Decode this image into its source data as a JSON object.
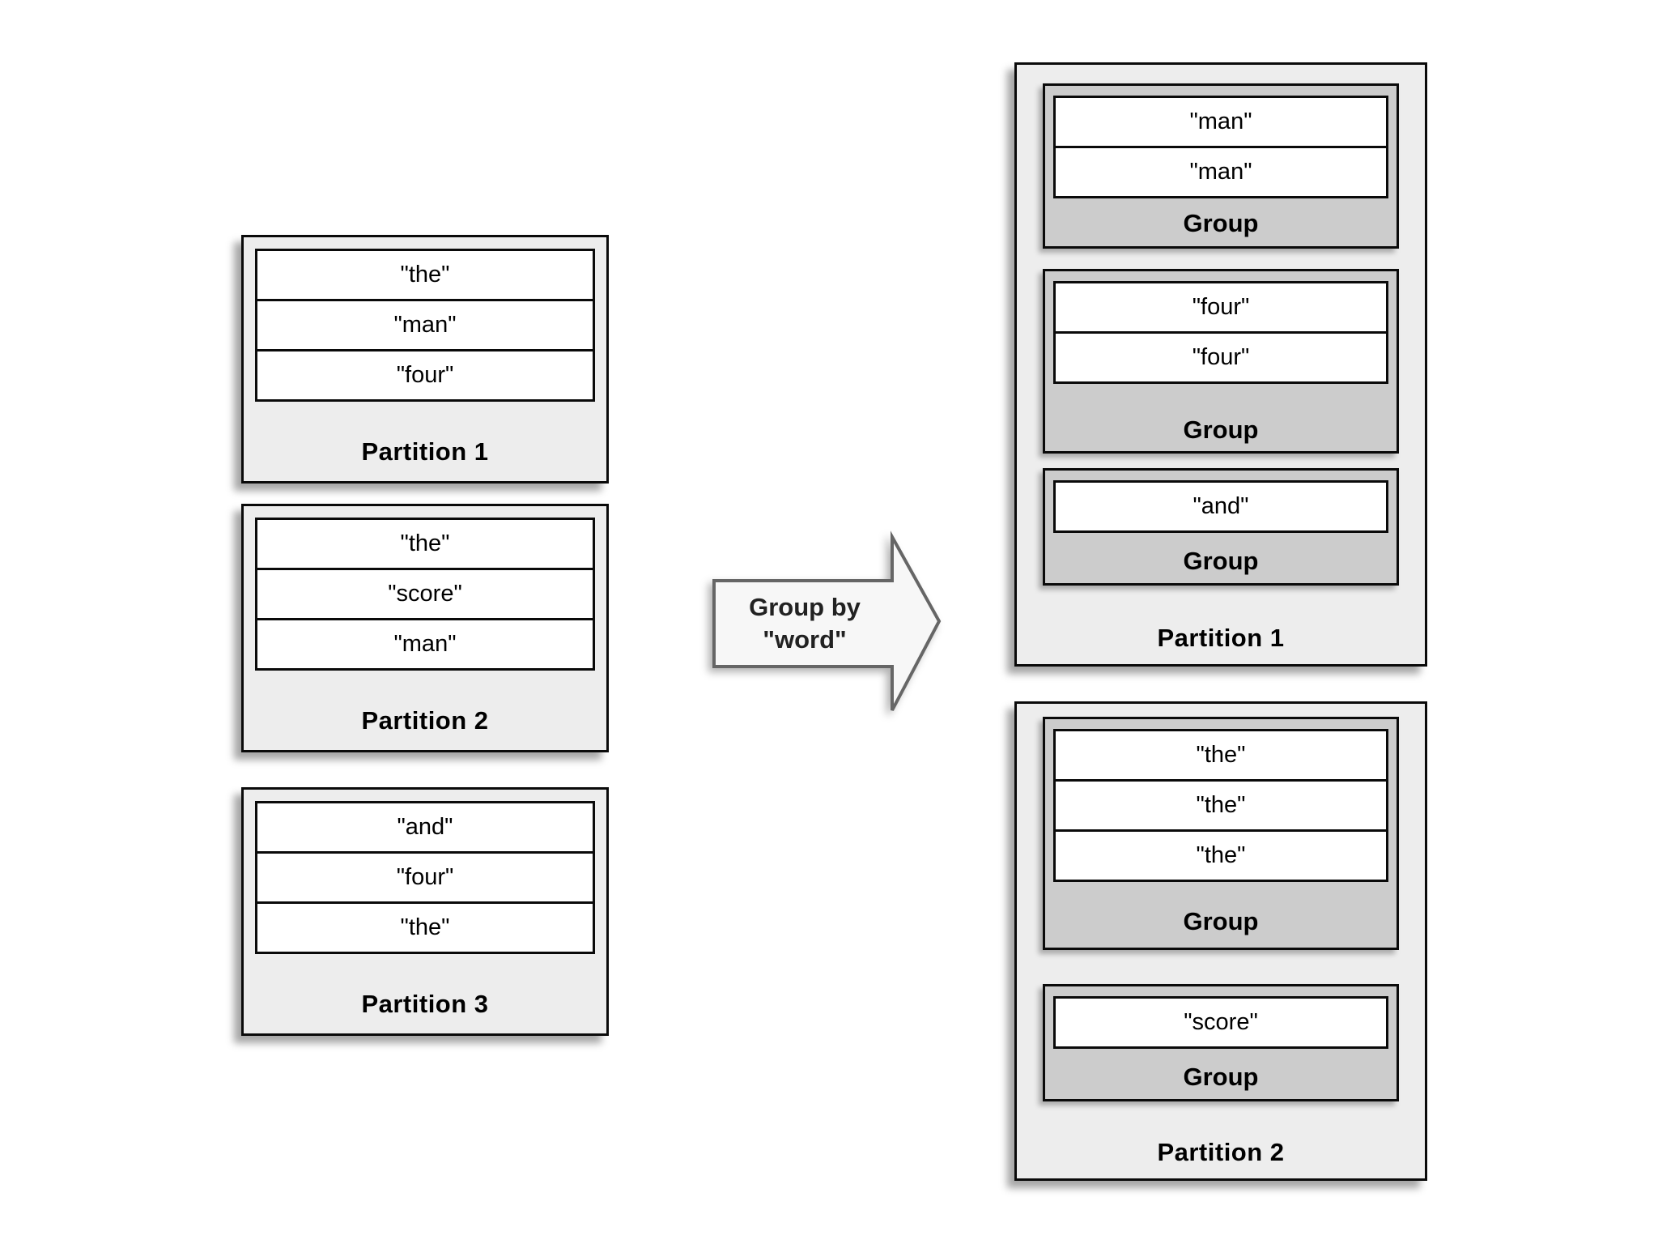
{
  "colors": {
    "page-bg": "#ffffff",
    "partition-bg": "#ededed",
    "group-bg": "#cccccc",
    "row-bg": "#ffffff",
    "line": "#0a0a0a",
    "arrow-fill": "#f7f7f7",
    "arrow-border": "#666666",
    "text": "#000000"
  },
  "arrow": {
    "label_line1": "Group by",
    "label_line2": "\"word\""
  },
  "input_partitions": [
    {
      "label": "Partition 1",
      "rows": [
        "\"the\"",
        "\"man\"",
        "\"four\""
      ]
    },
    {
      "label": "Partition 2",
      "rows": [
        "\"the\"",
        "\"score\"",
        "\"man\""
      ]
    },
    {
      "label": "Partition 3",
      "rows": [
        "\"and\"",
        "\"four\"",
        "\"the\""
      ]
    }
  ],
  "output_partitions": [
    {
      "label": "Partition 1",
      "groups": [
        {
          "label": "Group",
          "rows": [
            "\"man\"",
            "\"man\""
          ]
        },
        {
          "label": "Group",
          "rows": [
            "\"four\"",
            "\"four\""
          ]
        },
        {
          "label": "Group",
          "rows": [
            "\"and\""
          ]
        }
      ]
    },
    {
      "label": "Partition 2",
      "groups": [
        {
          "label": "Group",
          "rows": [
            "\"the\"",
            "\"the\"",
            "\"the\""
          ]
        },
        {
          "label": "Group",
          "rows": [
            "\"score\""
          ]
        }
      ]
    }
  ]
}
